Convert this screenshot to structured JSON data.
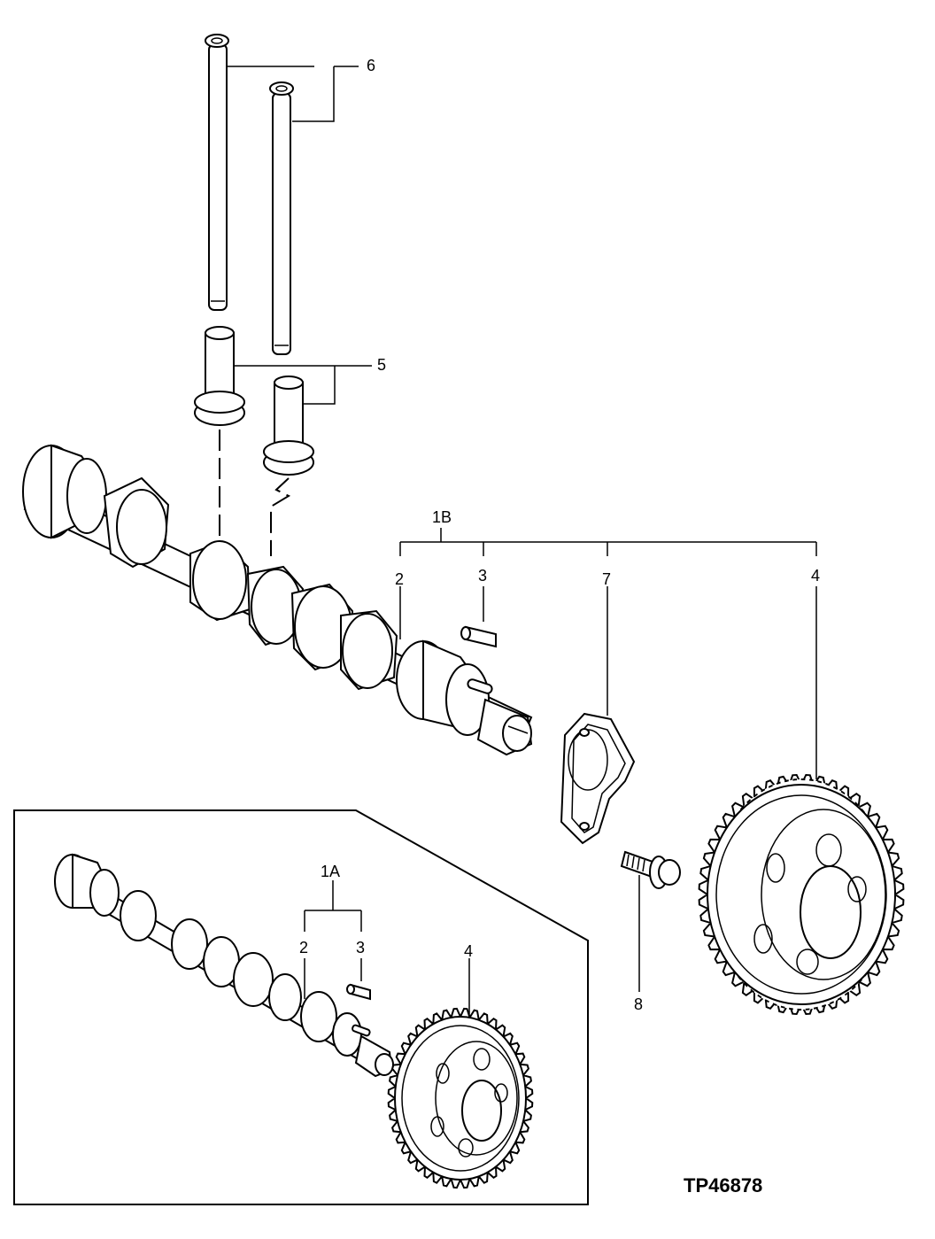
{
  "callouts": {
    "pushrods": "6",
    "followers": "5",
    "camshaft_assembly": "1B",
    "camshaft": "2",
    "key": "3",
    "thrust_plate": "7",
    "gear": "4",
    "cap_screw": "8",
    "inset_assembly": "1A",
    "inset_camshaft": "2",
    "inset_key": "3",
    "inset_gear": "4"
  },
  "figure_code": "TP46878"
}
